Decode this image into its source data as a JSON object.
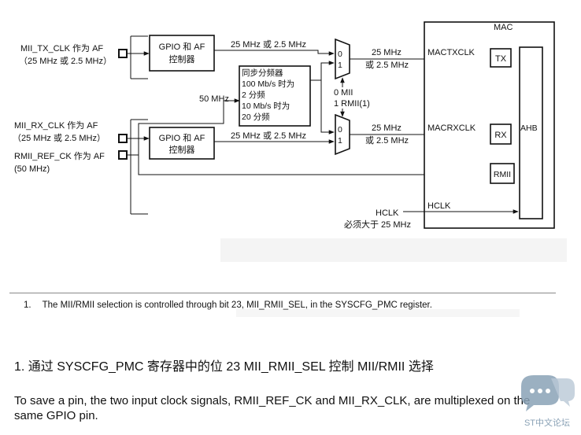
{
  "diagram": {
    "mac_title": "MAC",
    "inputs": {
      "tx_clk": [
        "MII_TX_CLK 作为 AF",
        "（25 MHz 或 2.5 MHz）"
      ],
      "rx_clk": [
        "MII_RX_CLK 作为 AF",
        "（25 MHz 或 2.5 MHz）"
      ],
      "rmii_ref": [
        "RMII_REF_CK 作为 AF",
        "(50 MHz)"
      ]
    },
    "gpio_top": [
      "GPIO 和 AF",
      "控制器"
    ],
    "gpio_bottom": [
      "GPIO 和 AF",
      "控制器"
    ],
    "divider": [
      "同步分频器",
      "100 Mb/s 时为",
      "2 分频",
      "10 Mb/s 时为",
      "20 分频"
    ],
    "freq_labels": {
      "top_gpio_out": "25 MHz 或 2.5 MHz",
      "bottom_gpio_out": "25 MHz 或 2.5 MHz",
      "fifty": "50 MHz",
      "mux_top_out": [
        "25 MHz",
        "或 2.5 MHz"
      ],
      "mux_bottom_out": [
        "25 MHz",
        "或 2.5 MHz"
      ]
    },
    "mux_inputs": [
      "0",
      "1"
    ],
    "mux_select": [
      "0 MII",
      "1 RMII(1)"
    ],
    "mac_signals": {
      "mactxclk": "MACTXCLK",
      "macrxclk": "MACRXCLK",
      "hclk_in": "HCLK",
      "hclk_mac": "HCLK",
      "hclk_note": "必须大于 25 MHz"
    },
    "mac_blocks": {
      "tx": "TX",
      "rx": "RX",
      "rmii": "RMII",
      "ahb": "AHB"
    }
  },
  "footnote": {
    "number": "1.",
    "text": "The MII/RMII selection is controlled through bit 23, MII_RMII_SEL, in the SYSCFG_PMC register."
  },
  "translation": "1. 通过 SYSCFG_PMC 寄存器中的位 23 MII_RMII_SEL 控制 MII/RMII 选择",
  "paragraph": "To save a pin, the two input clock signals, RMII_REF_CK and MII_RX_CLK, are multiplexed on the same GPIO pin.",
  "watermark": {
    "text": "ST中文论坛",
    "icon": "chat-bubble-icon",
    "color": "#8aa2b6"
  }
}
